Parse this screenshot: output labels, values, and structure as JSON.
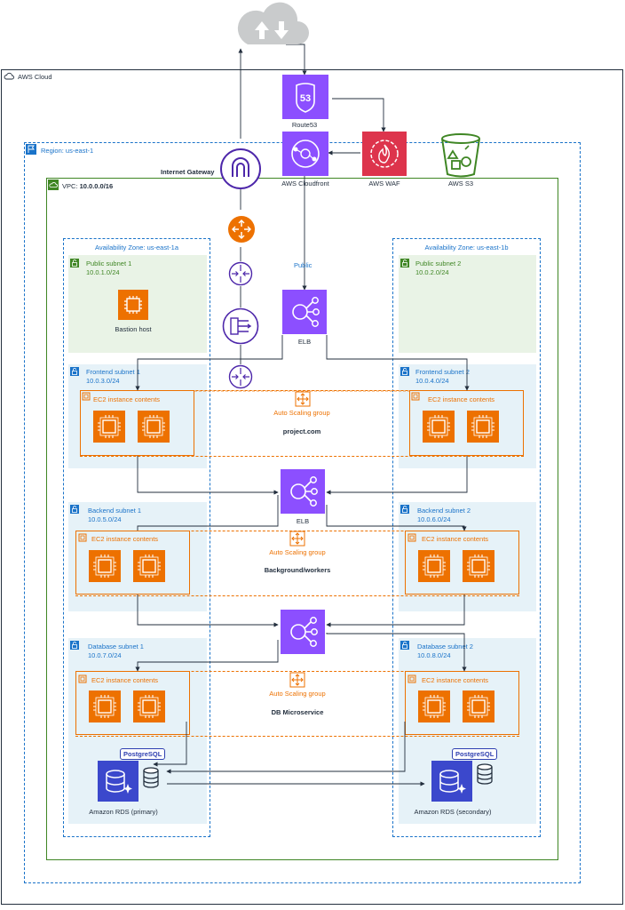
{
  "cloud": {
    "label": "AWS Cloud"
  },
  "region": {
    "label": "Region: us-east-1"
  },
  "vpc": {
    "prefix": "VPC:",
    "cidr": "10.0.0.0/16"
  },
  "az": [
    {
      "label": "Availability Zone: us-east-1a"
    },
    {
      "label": "Availability Zone: us-east-1b"
    }
  ],
  "edge": {
    "route53": "Route53",
    "cloudfront": "AWS Cloudfront",
    "waf": "AWS WAF",
    "s3": "AWS S3",
    "igw": "Internet Gateway",
    "public": "Public"
  },
  "subnets": {
    "public1": {
      "name": "Public subnet 1",
      "cidr": "10.0.1.0/24"
    },
    "public2": {
      "name": "Public subnet 2",
      "cidr": "10.0.2.0/24"
    },
    "frontend1": {
      "name": "Frontend subnet 1",
      "cidr": "10.0.3.0/24"
    },
    "frontend2": {
      "name": "Frontend subnet 2",
      "cidr": "10.0.4.0/24"
    },
    "backend1": {
      "name": "Backend subnet 1",
      "cidr": "10.0.5.0/24"
    },
    "backend2": {
      "name": "Backend subnet 2",
      "cidr": "10.0.6.0/24"
    },
    "database1": {
      "name": "Database subnet 1",
      "cidr": "10.0.7.0/24"
    },
    "database2": {
      "name": "Database subnet 2",
      "cidr": "10.0.8.0/24"
    }
  },
  "bastion": "Bastion host",
  "ec2_group": "EC2 instance contents",
  "asg": "Auto Scaling group",
  "elb": "ELB",
  "tiers": {
    "frontend": "project.com",
    "backend": "Background/workers",
    "database": "DB Microservice"
  },
  "rds": {
    "primary": "Amazon RDS (primary)",
    "secondary": "Amazon RDS (secondary)",
    "engine": "PostgreSQL"
  },
  "colors": {
    "aws_purple": "#8c4fff",
    "aws_orange": "#ed7100",
    "aws_red": "#dd344c",
    "aws_green": "#3f8624",
    "aws_blue": "#1a73c9",
    "rds_blue": "#3b48cc",
    "gray_cloud": "#c9cbcc"
  }
}
